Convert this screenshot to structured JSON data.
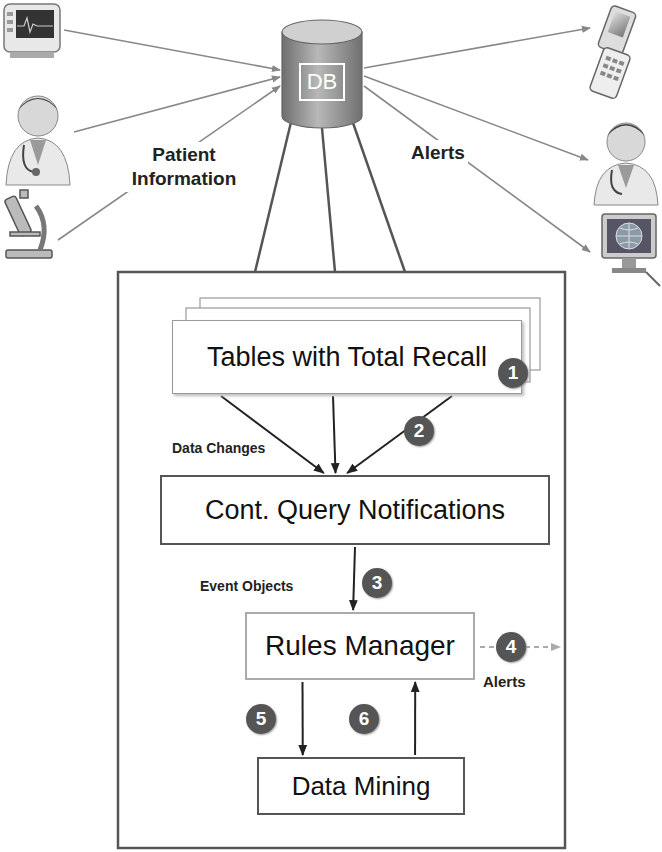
{
  "diagram": {
    "nodes": [
      {
        "text": [
          "DB"
        ]
      },
      {
        "text": [
          "Tables with Total Recall"
        ]
      },
      {
        "text": [
          "Cont. Query Notifications"
        ]
      },
      {
        "text": [
          "Rules Manager"
        ]
      },
      {
        "text": [
          "Data Mining"
        ]
      }
    ],
    "edges": [
      {
        "from": 1,
        "to": 2,
        "arrow": "to",
        "label": "Data Changes"
      },
      {
        "from": 1,
        "to": 2,
        "arrow": "to"
      },
      {
        "from": 1,
        "to": 2,
        "arrow": "to"
      },
      {
        "from": 2,
        "to": 3,
        "arrow": "to",
        "label": "Event Objects"
      },
      {
        "from": 3,
        "to": 4,
        "arrow": "to"
      },
      {
        "from": 4,
        "to": 3,
        "arrow": "to"
      }
    ],
    "labels": [
      "Patient Information",
      "Alerts",
      "1",
      "2",
      "3",
      "4",
      "Alerts",
      "5",
      "6"
    ]
  }
}
